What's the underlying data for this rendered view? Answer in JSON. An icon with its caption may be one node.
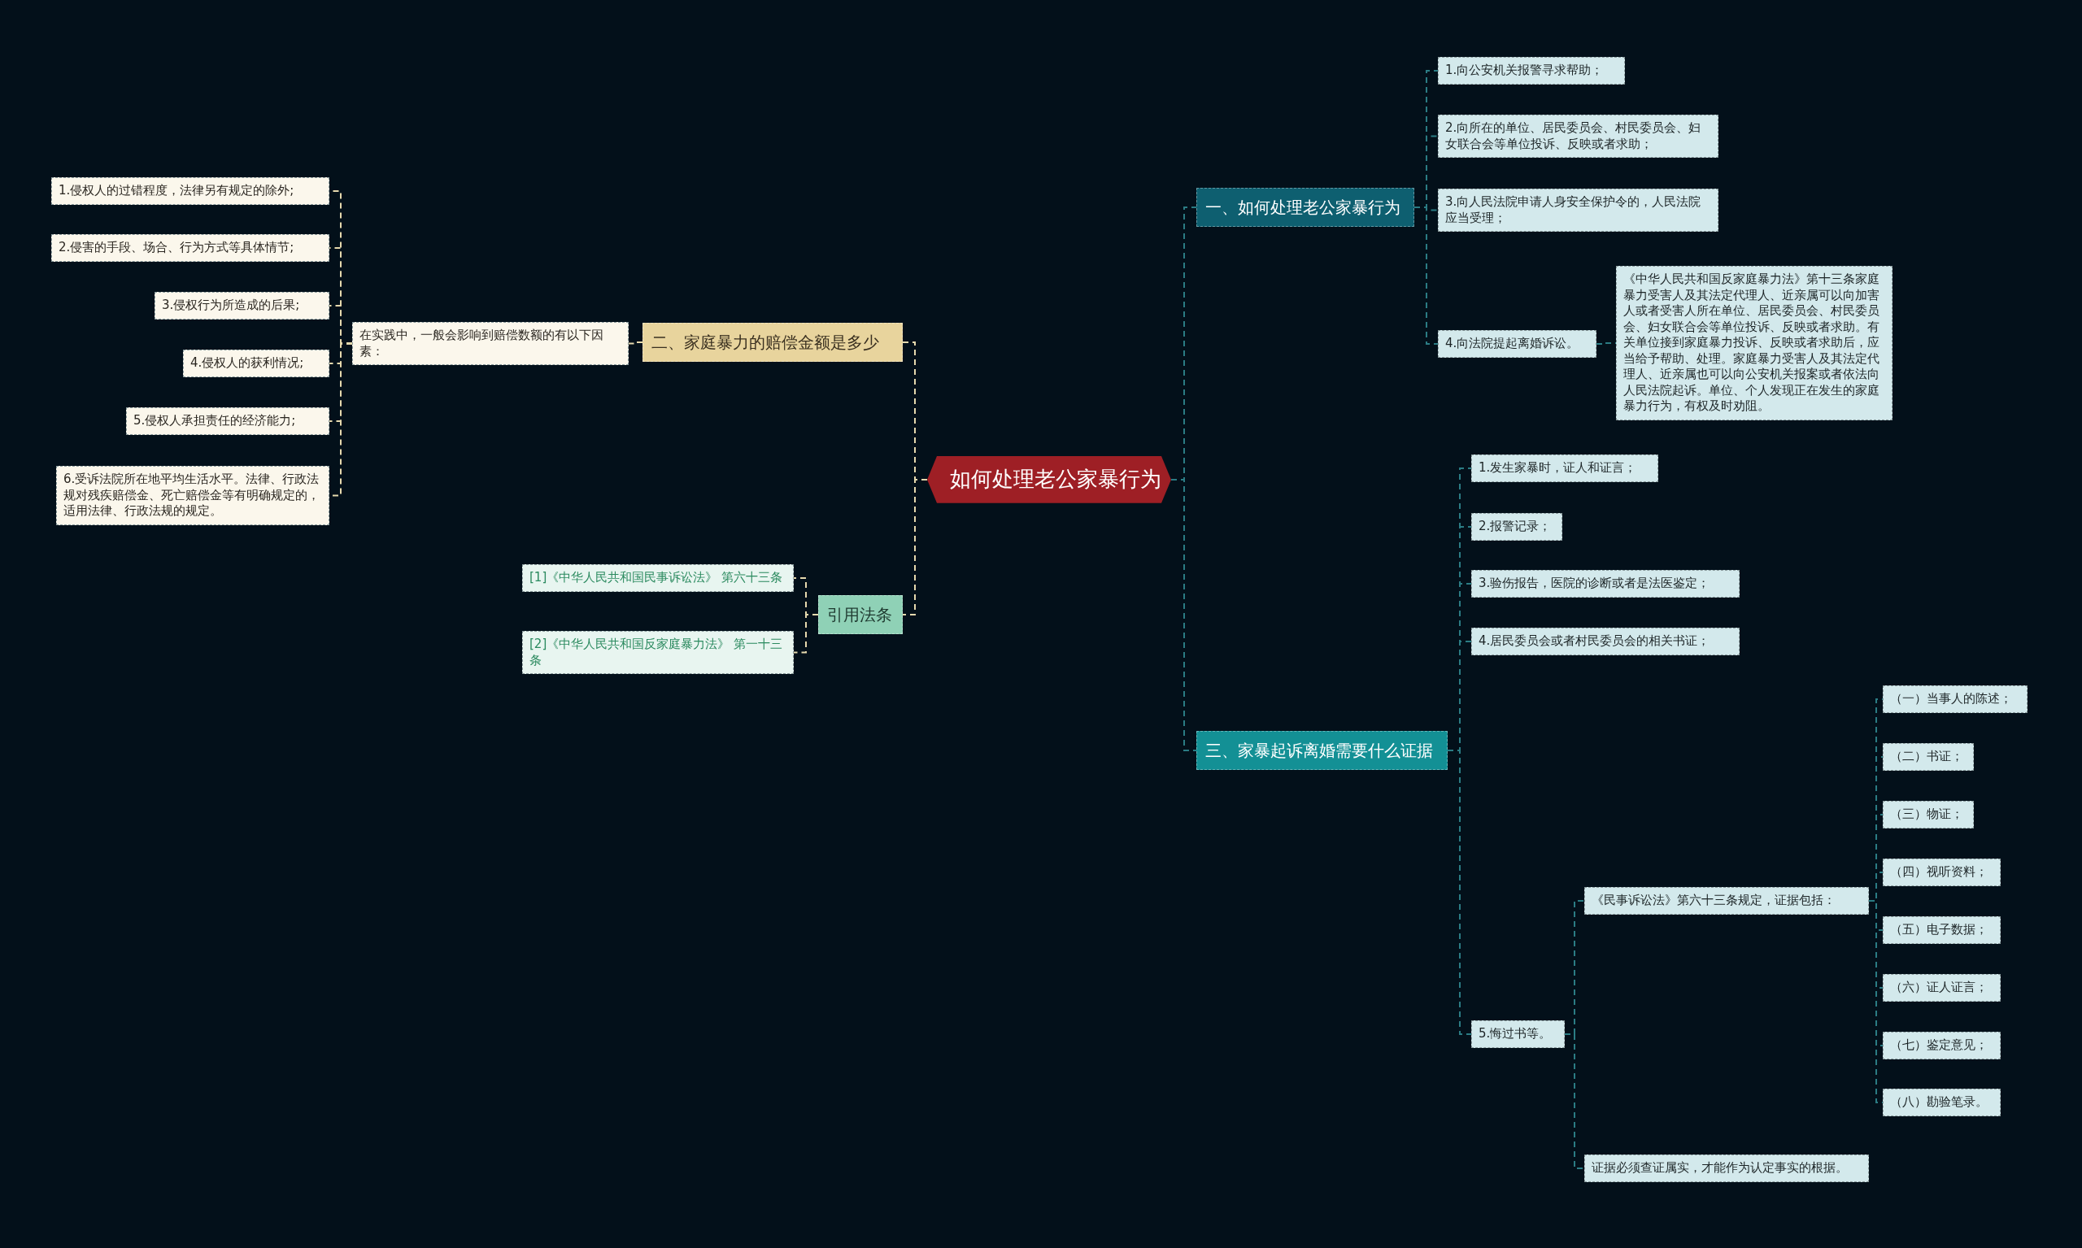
{
  "diagram": {
    "nodes": [
      {
        "text": [
          "如何处理老公家暴行为"
        ]
      },
      {
        "text": [
          "一、如何处理老公家暴行为"
        ]
      },
      {
        "text": [
          "1.向公安机关报警寻求帮助；"
        ]
      },
      {
        "text": [
          "2.向所在的单位、居民委员会、村民委员会、妇女联合会等单位投诉、反映或者求助；"
        ]
      },
      {
        "text": [
          "3.向人民法院申请人身安全保护令的，人民法院应当受理；"
        ]
      },
      {
        "text": [
          "4.向法院提起离婚诉讼。"
        ]
      },
      {
        "text": [
          "《中华人民共和国反家庭暴力法》第十三条家庭暴力受害人及其法定代理人、近亲属可以向加害人或者受害人所在单位、居民委员会、村民委员会、妇女联合会等单位投诉、反映或者求助。有关单位接到家庭暴力投诉、反映或者求助后，应当给予帮助、处理。家庭暴力受害人及其法定代理人、近亲属也可以向公安机关报案或者依法向人民法院起诉。单位、个人发现正在发生的家庭暴力行为，有权及时劝阻。"
        ]
      },
      {
        "text": [
          "二、家庭暴力的赔偿金额是多少"
        ]
      },
      {
        "text": [
          "在实践中，一般会影响到赔偿数额的有以下因素："
        ]
      },
      {
        "text": [
          "1.侵权人的过错程度，法律另有规定的除外;"
        ]
      },
      {
        "text": [
          "2.侵害的手段、场合、行为方式等具体情节;"
        ]
      },
      {
        "text": [
          "3.侵权行为所造成的后果;"
        ]
      },
      {
        "text": [
          "4.侵权人的获利情况;"
        ]
      },
      {
        "text": [
          "5.侵权人承担责任的经济能力;"
        ]
      },
      {
        "text": [
          "6.受诉法院所在地平均生活水平。法律、行政法规对残疾赔偿金、死亡赔偿金等有明确规定的，适用法律、行政法规的规定。"
        ]
      },
      {
        "text": [
          "引用法条"
        ]
      },
      {
        "text": [
          "[1]《中华人民共和国民事诉讼法》 第六十三条"
        ]
      },
      {
        "text": [
          "[2]《中华人民共和国反家庭暴力法》 第一十三条"
        ]
      },
      {
        "text": [
          "三、家暴起诉离婚需要什么证据"
        ]
      },
      {
        "text": [
          "1.发生家暴时，证人和证言；"
        ]
      },
      {
        "text": [
          "2.报警记录；"
        ]
      },
      {
        "text": [
          "3.验伤报告，医院的诊断或者是法医鉴定；"
        ]
      },
      {
        "text": [
          "4.居民委员会或者村民委员会的相关书证；"
        ]
      },
      {
        "text": [
          "5.悔过书等。"
        ]
      },
      {
        "text": [
          "《民事诉讼法》第六十三条规定，证据包括："
        ]
      },
      {
        "text": [
          "（一）当事人的陈述；"
        ]
      },
      {
        "text": [
          "（二）书证；"
        ]
      },
      {
        "text": [
          "（三）物证；"
        ]
      },
      {
        "text": [
          "（四）视听资料；"
        ]
      },
      {
        "text": [
          "（五）电子数据；"
        ]
      },
      {
        "text": [
          "（六）证人证言；"
        ]
      },
      {
        "text": [
          "（七）鉴定意见；"
        ]
      },
      {
        "text": [
          "（八）勘验笔录。"
        ]
      },
      {
        "text": [
          "证据必须查证属实，才能作为认定事实的根据。"
        ]
      }
    ],
    "edges": [
      {
        "from": 0,
        "to": 1,
        "arrow": "none"
      },
      {
        "from": 1,
        "to": 2,
        "arrow": "none"
      },
      {
        "from": 1,
        "to": 3,
        "arrow": "none"
      },
      {
        "from": 1,
        "to": 4,
        "arrow": "none"
      },
      {
        "from": 1,
        "to": 5,
        "arrow": "none"
      },
      {
        "from": 5,
        "to": 6,
        "arrow": "none"
      },
      {
        "from": 0,
        "to": 7,
        "arrow": "none",
        "color": "#e6d9ae"
      },
      {
        "from": 7,
        "to": 8,
        "arrow": "none",
        "color": "#e6d9ae"
      },
      {
        "from": 8,
        "to": 9,
        "arrow": "none",
        "color": "#e6d9ae"
      },
      {
        "from": 8,
        "to": 10,
        "arrow": "none",
        "color": "#e6d9ae"
      },
      {
        "from": 8,
        "to": 11,
        "arrow": "none",
        "color": "#e6d9ae"
      },
      {
        "from": 8,
        "to": 12,
        "arrow": "none",
        "color": "#e6d9ae"
      },
      {
        "from": 8,
        "to": 13,
        "arrow": "none",
        "color": "#e6d9ae"
      },
      {
        "from": 8,
        "to": 14,
        "arrow": "none",
        "color": "#e6d9ae"
      },
      {
        "from": 0,
        "to": 15,
        "arrow": "none",
        "color": "#e6d9ae"
      },
      {
        "from": 15,
        "to": 16,
        "arrow": "none",
        "color": "#e6d9ae"
      },
      {
        "from": 15,
        "to": 17,
        "arrow": "none",
        "color": "#e6d9ae"
      },
      {
        "from": 0,
        "to": 18,
        "arrow": "none"
      },
      {
        "from": 18,
        "to": 19,
        "arrow": "none"
      },
      {
        "from": 18,
        "to": 20,
        "arrow": "none"
      },
      {
        "from": 18,
        "to": 21,
        "arrow": "none"
      },
      {
        "from": 18,
        "to": 22,
        "arrow": "none"
      },
      {
        "from": 18,
        "to": 23,
        "arrow": "none"
      },
      {
        "from": 23,
        "to": 24,
        "arrow": "none"
      },
      {
        "from": 23,
        "to": 33,
        "arrow": "none"
      },
      {
        "from": 24,
        "to": 25,
        "arrow": "none"
      },
      {
        "from": 24,
        "to": 26,
        "arrow": "none"
      },
      {
        "from": 24,
        "to": 27,
        "arrow": "none"
      },
      {
        "from": 24,
        "to": 28,
        "arrow": "none"
      },
      {
        "from": 24,
        "to": 29,
        "arrow": "none"
      },
      {
        "from": 24,
        "to": 30,
        "arrow": "none"
      },
      {
        "from": 24,
        "to": 31,
        "arrow": "none"
      },
      {
        "from": 24,
        "to": 32,
        "arrow": "none"
      }
    ]
  }
}
